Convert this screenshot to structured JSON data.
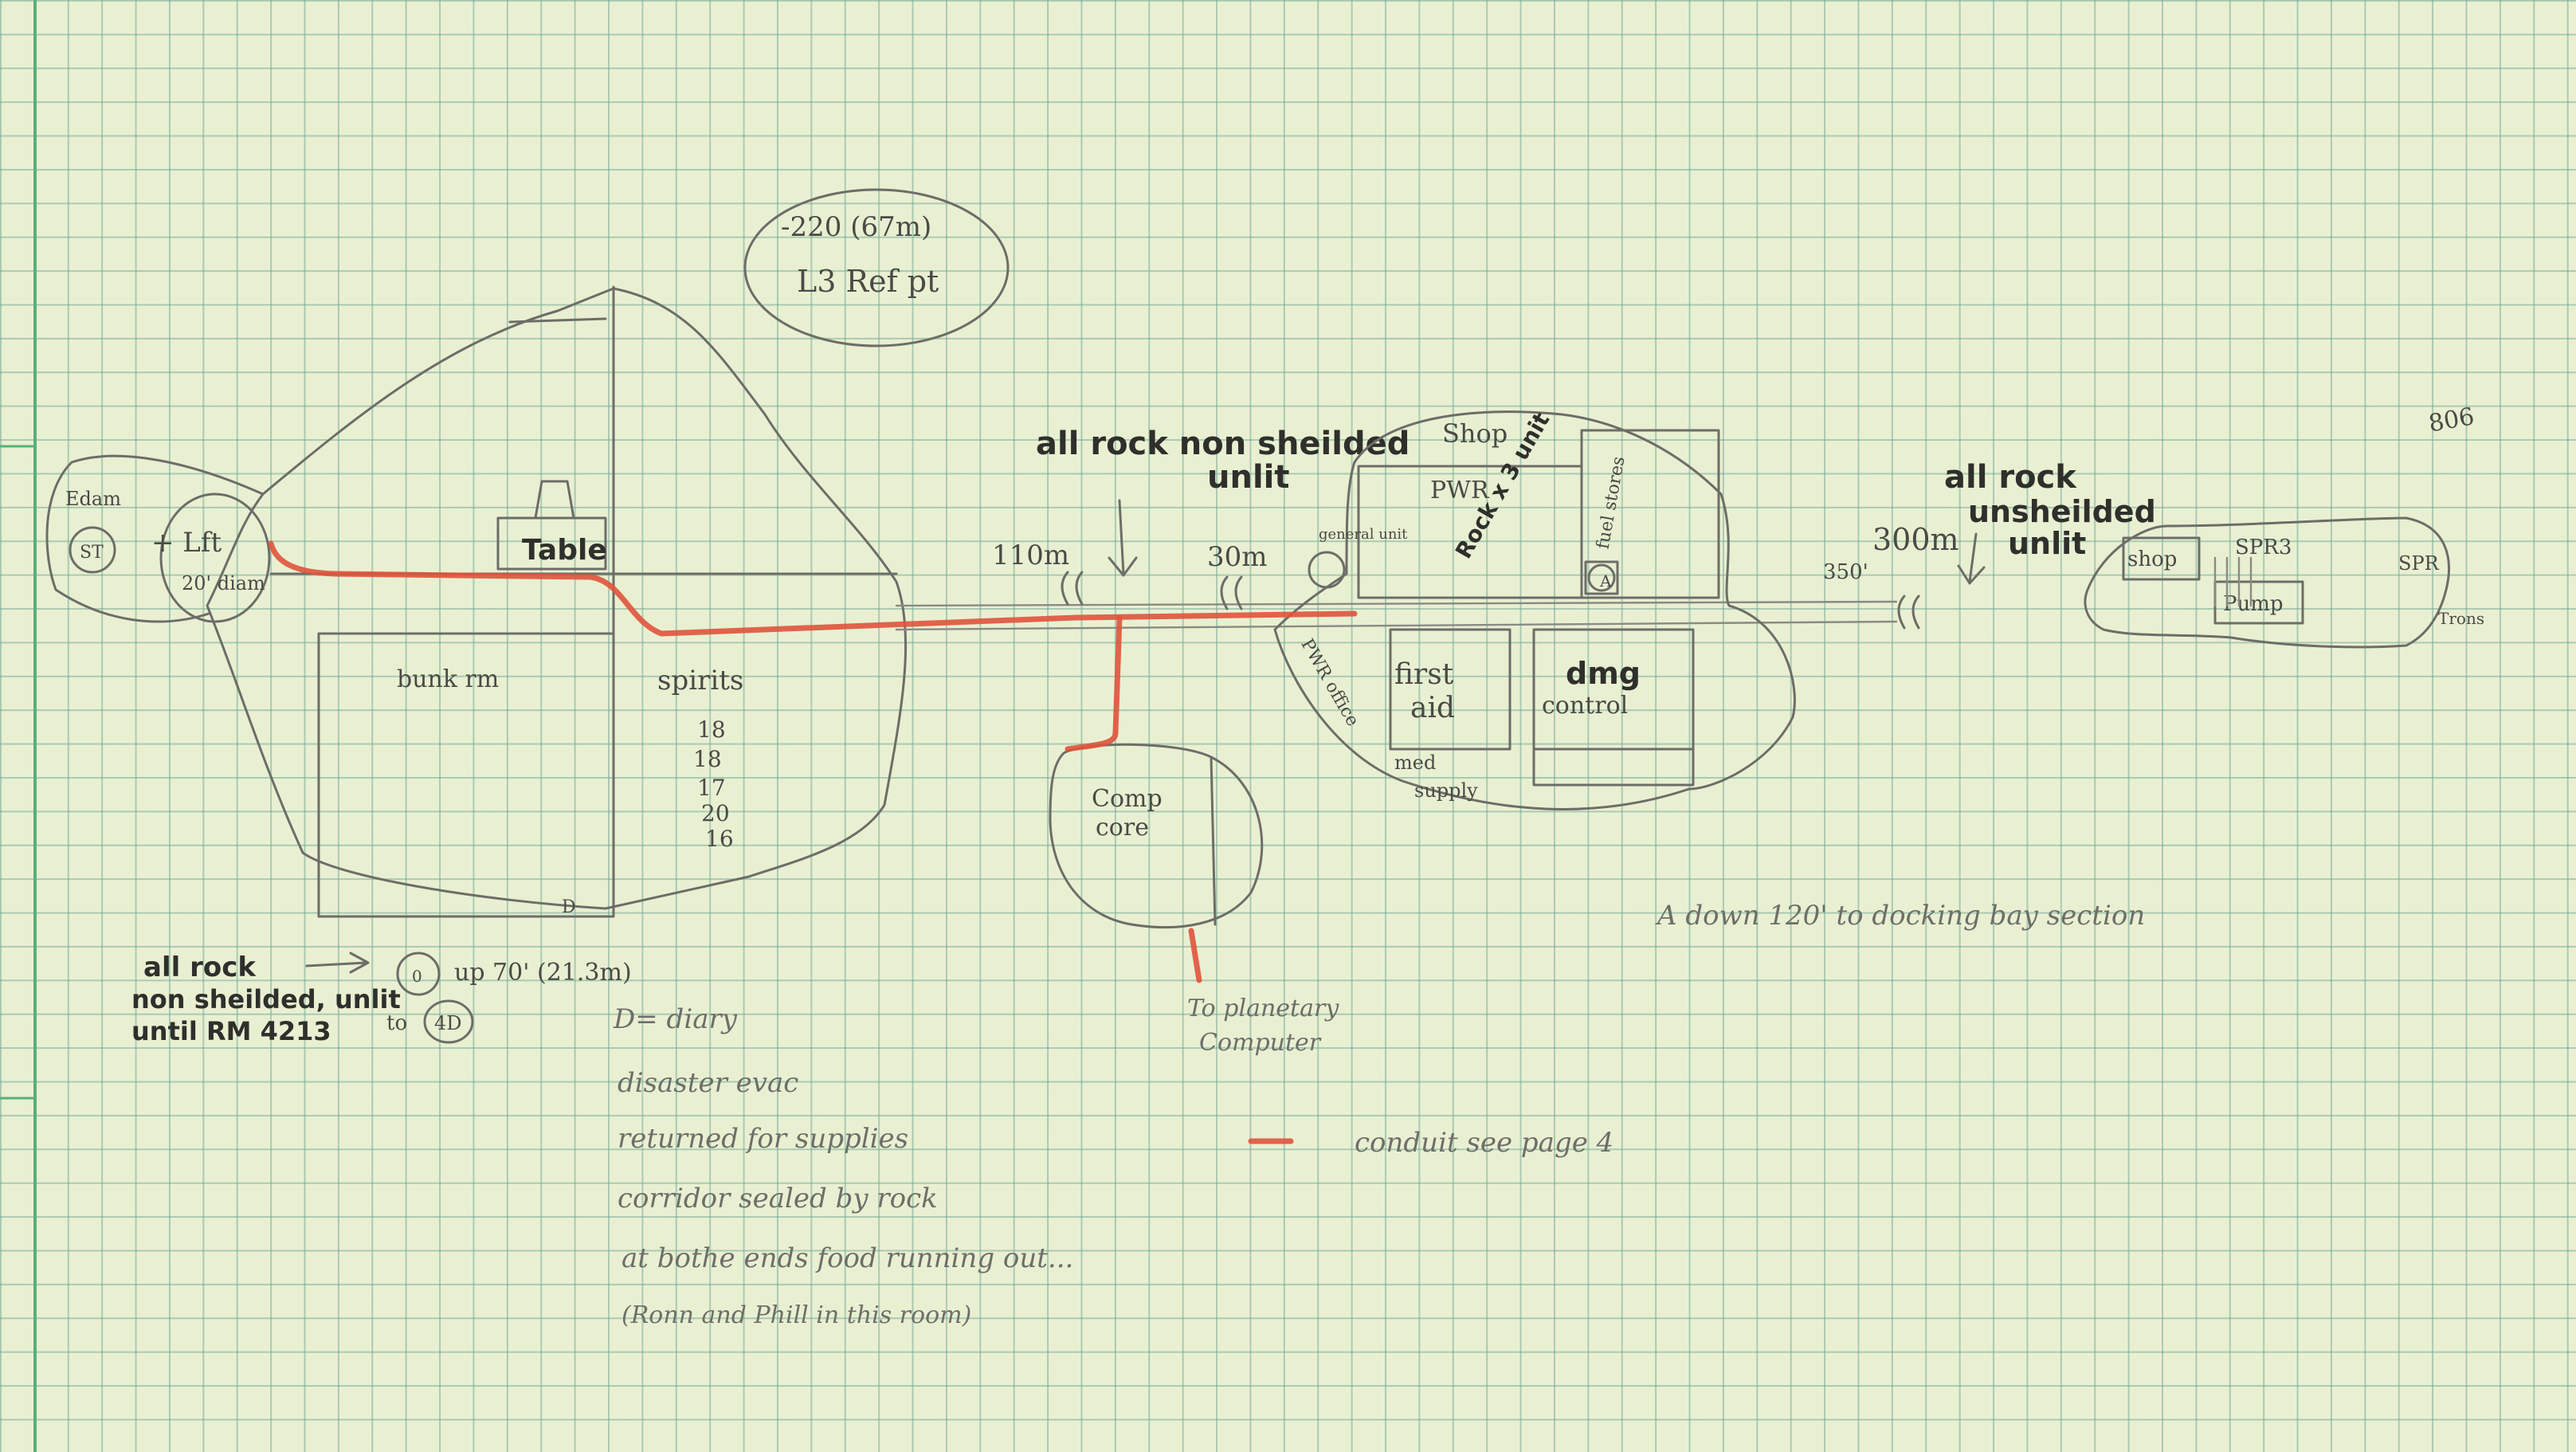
{
  "colors": {
    "paper": "#e9f0d2",
    "grid": "#76aa96",
    "margin_line": "#57b07a",
    "pencil": "#6d6d68",
    "conduit": "#e0533c"
  },
  "labels": {
    "ref_elevation": "-220 (67m)",
    "ref_point": "L3 Ref pt",
    "edam": "Edam",
    "st": "ST",
    "lift": "+ Lft",
    "lift_size": "20' diam",
    "table": "Table",
    "bunk": "bunk rm",
    "spirits": "spirits",
    "spirits_counts": [
      "18",
      "18",
      "17",
      "20",
      "16"
    ],
    "rock_note_top_1": "all rock non sheilded",
    "rock_note_top_2": "unlit",
    "dist_110": "110m",
    "dist_30": "30m",
    "dist_300": "300m",
    "dist_350": "350'",
    "rock_note_right_1": "all rock",
    "rock_note_right_2": "unsheilded",
    "rock_note_right_3": "unlit",
    "shop": "Shop",
    "pwr": "PWR",
    "rock_unit": "Rock x 3 unit",
    "fuel_stores": "fuel stores",
    "general_unit": "general unit",
    "pwr_office": "PWR office",
    "first": "first",
    "aid": "aid",
    "dmg": "dmg",
    "control": "control",
    "med": "med",
    "supply": "supply",
    "comp": "Comp",
    "core": "core",
    "to_planetary_1": "To planetary",
    "to_planetary_2": "Computer",
    "shop_right": "shop",
    "spr3": "SPR3",
    "spr3_right": "SPR",
    "pump": "Pump",
    "trons": "Trons",
    "elev_806": "806",
    "circle_a": "A",
    "circle_0": "0",
    "circle_4d": "4D",
    "up_note": "up 70' (21.3m)",
    "to": "to",
    "d_mark": "D",
    "rock_note_bottom": [
      "all rock",
      "non sheilded, unlit",
      "until RM 4213"
    ],
    "down_note": "A down 120' to docking bay section",
    "diary_lines": [
      "D= diary",
      "disaster evac",
      "returned for supplies",
      "corridor sealed by rock",
      "at bothe ends food running out...",
      "(Ronn and Phill in this room)"
    ],
    "legend_conduit": "conduit see page 4"
  }
}
